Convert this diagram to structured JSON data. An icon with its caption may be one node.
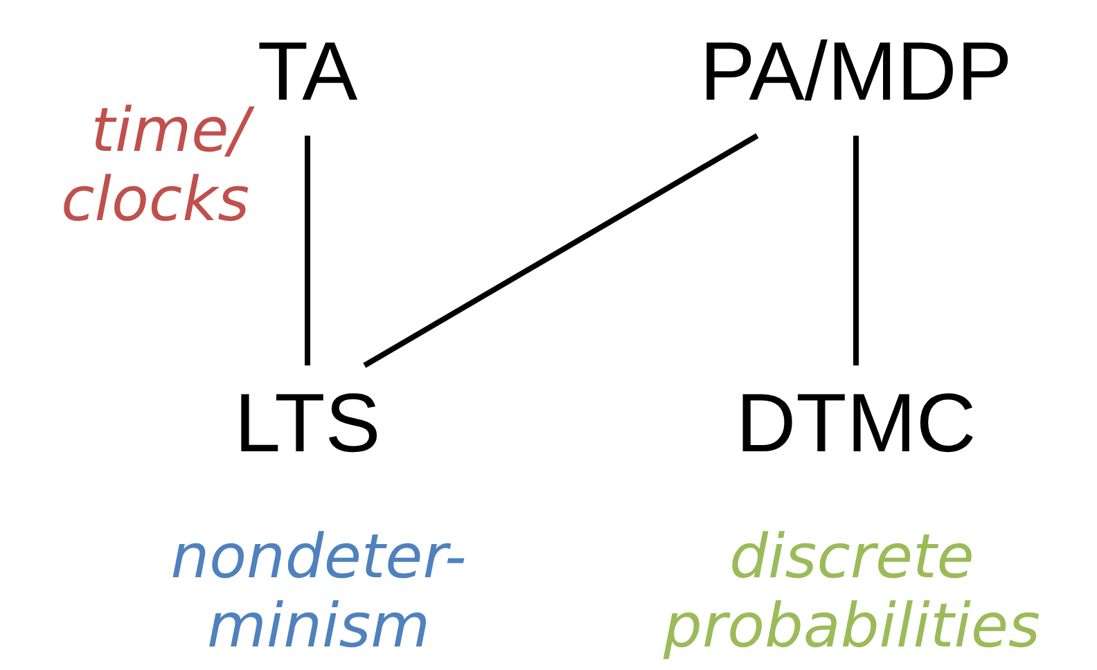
{
  "diagram": {
    "nodes": [
      {
        "text": [
          "TA"
        ],
        "beside": [
          "time/ clocks"
        ]
      },
      {
        "text": [
          "PA/MDP"
        ]
      },
      {
        "text": [
          "LTS"
        ],
        "beside": [
          "nondeter- minism"
        ]
      },
      {
        "text": [
          "DTMC"
        ],
        "beside": [
          "discrete probabilities"
        ]
      }
    ],
    "edges": [
      {
        "from": 0,
        "to": 2,
        "arrow": "none"
      },
      {
        "from": 1,
        "to": 2,
        "arrow": "none"
      },
      {
        "from": 1,
        "to": 3,
        "arrow": "none"
      }
    ]
  }
}
